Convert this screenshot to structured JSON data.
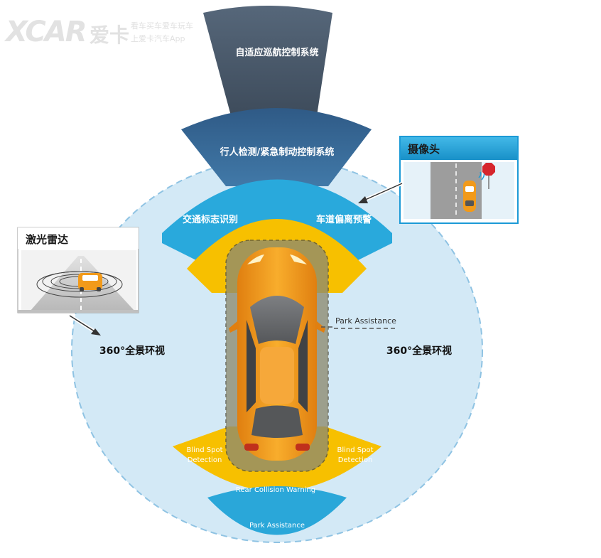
{
  "watermark": {
    "mark": "XCAR",
    "brand": "爱卡",
    "tagline_1": "看车买车爱车玩车",
    "tagline_2": "上爱卡汽车App"
  },
  "zones": {
    "acc": "自适应巡航控制系统",
    "pedestrian": "行人检测/紧急制动控制系统",
    "traffic_sign": "交通标志识别",
    "lane_departure": "车道偏离预警",
    "park_assist_side": "Park Assistance",
    "surround_left": "360°全景环视",
    "surround_right": "360°全景环视",
    "blind_spot_left_1": "Blind Spot",
    "blind_spot_left_2": "Detection",
    "blind_spot_right_1": "Blind Spot",
    "blind_spot_right_2": "Detection",
    "rear_collision": "Rear Collision Warning",
    "park_assist_rear": "Park Assistance"
  },
  "insets": {
    "lidar_title": "激光雷达",
    "camera_title": "摄像头"
  },
  "colors": {
    "surround_fill": "#d3e9f6",
    "surround_border": "#8fc3e3",
    "acc_fill": "#3d4b5c",
    "pedestrian_fill": "#3a6690",
    "mid_fill": "#29a9dc",
    "amber_fill": "#f7c000",
    "car_body": "#f29a1a",
    "camera_header": "#1ca6df"
  }
}
